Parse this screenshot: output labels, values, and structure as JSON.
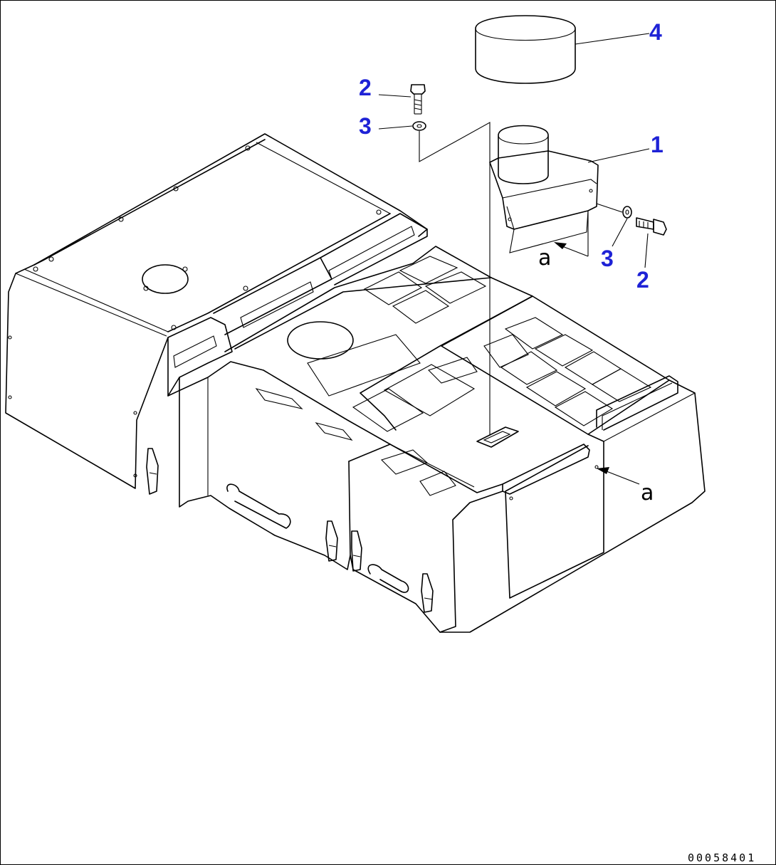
{
  "callouts": {
    "c4": "4",
    "c2_top": "2",
    "c3_top": "3",
    "c1": "1",
    "c3_right": "3",
    "c2_right": "2"
  },
  "view_labels": {
    "a_upper": "a",
    "a_lower": "a"
  },
  "drawing_code": "00058401",
  "colors": {
    "callout": "#1e22d6",
    "line": "#000000",
    "background": "#ffffff"
  }
}
